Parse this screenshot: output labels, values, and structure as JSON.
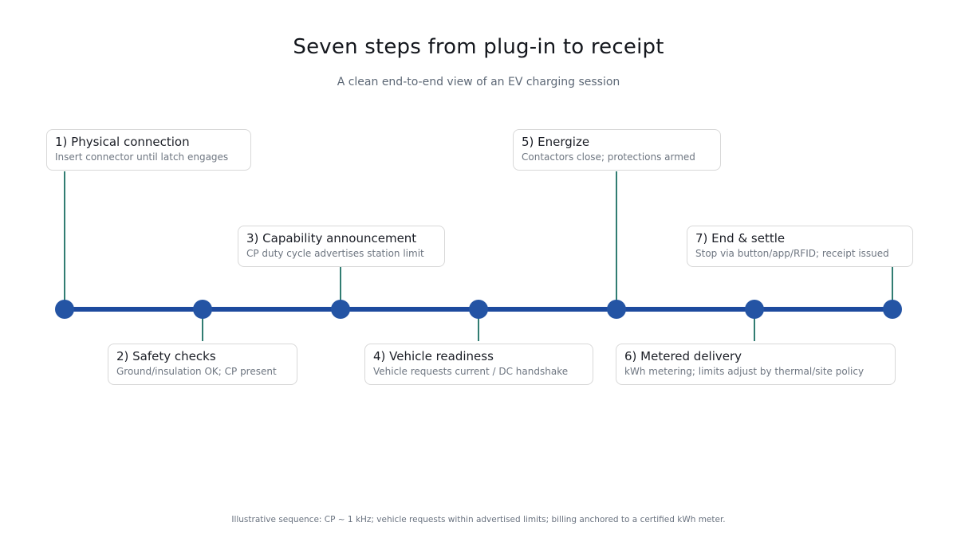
{
  "header": {
    "title": "Seven steps from plug-in to receipt",
    "subtitle": "A clean end-to-end view of an EV charging session"
  },
  "steps": [
    {
      "title": "1) Physical connection",
      "subtitle": "Insert connector until latch engages",
      "placement": "above"
    },
    {
      "title": "2) Safety checks",
      "subtitle": "Ground/insulation OK; CP present",
      "placement": "below"
    },
    {
      "title": "3) Capability announcement",
      "subtitle": "CP duty cycle advertises station limit",
      "placement": "above"
    },
    {
      "title": "4) Vehicle readiness",
      "subtitle": "Vehicle requests current / DC handshake",
      "placement": "below"
    },
    {
      "title": "5) Energize",
      "subtitle": "Contactors close; protections armed",
      "placement": "above"
    },
    {
      "title": "6) Metered delivery",
      "subtitle": "kWh metering; limits adjust by thermal/site policy",
      "placement": "below"
    },
    {
      "title": "7) End & settle",
      "subtitle": "Stop via button/app/RFID; receipt issued",
      "placement": "above"
    }
  ],
  "footer": {
    "note": "Illustrative sequence: CP ~ 1 kHz; vehicle requests within advertised limits; billing anchored to a certified kWh meter."
  },
  "colors": {
    "timeline": "#1d4a9e",
    "node": "#2454a4",
    "connector": "#317d72",
    "box_border": "#d8d8d8"
  }
}
